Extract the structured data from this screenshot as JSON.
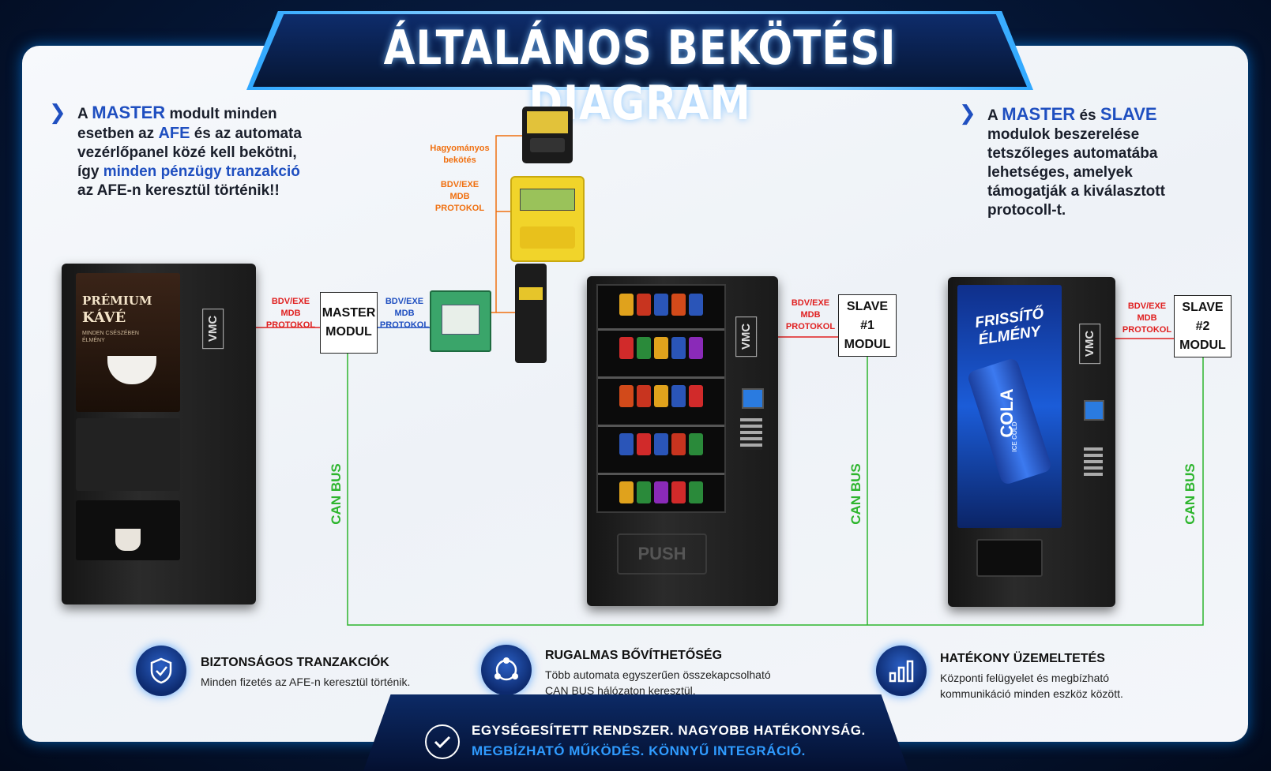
{
  "title": "ÁLTALÁNOS BEKÖTÉSI DIAGRAM",
  "left_note": {
    "line1a": "A ",
    "line1b": "MASTER",
    "line1c": " modult minden",
    "line2a": "esetben az ",
    "line2b": "AFE",
    "line2c": " és az automata",
    "line3": "vezérlőpanel közé kell bekötni,",
    "line4a": "így ",
    "line4b": "minden pénzügy tranzakció",
    "line5": "az AFE-n keresztül történik!!"
  },
  "right_note": {
    "line1a": "A ",
    "line1b": "MASTER",
    "line1c": " és ",
    "line1d": "SLAVE",
    "line2": "modulok beszerelése",
    "line3": "tetszőleges automatába",
    "line4": "lehetséges, amelyek",
    "line5": "támogatják a kiválasztott",
    "line6": "protocoll-t."
  },
  "labels": {
    "protocol_red_1": [
      "BDV/EXE",
      "MDB",
      "PROTOKOL"
    ],
    "protocol_blue": [
      "BDV/EXE",
      "MDB",
      "PROTOKOL"
    ],
    "protocol_red_2": [
      "BDV/EXE",
      "MDB",
      "PROTOKOL"
    ],
    "protocol_red_3": [
      "BDV/EXE",
      "MDB",
      "PROTOKOL"
    ],
    "traditional": [
      "Hagyományos",
      "bekötés"
    ],
    "protocol_orange": [
      "BDV/EXE",
      "MDB",
      "PROTOKOL"
    ],
    "can_bus": "CAN BUS",
    "vmc": "VMC"
  },
  "modules": {
    "master": [
      "MASTER",
      "MODUL"
    ],
    "slave1": [
      "SLAVE #1",
      "MODUL"
    ],
    "slave2": [
      "SLAVE #2",
      "MODUL"
    ]
  },
  "coffee_machine": {
    "poster_line1": "PRÉMIUM",
    "poster_line2": "KÁVÉ",
    "poster_line3": "MINDEN CSÉSZÉBEN",
    "poster_line4": "ÉLMÉNY"
  },
  "snack_machine": {
    "push_label": "PUSH"
  },
  "drink_machine": {
    "poster_line1": "FRISSÍTŐ",
    "poster_line2": "ÉLMÉNY",
    "can_label": "COLA",
    "can_sub": "ICE COLD"
  },
  "features": [
    {
      "title": "BIZTONSÁGOS TRANZAKCIÓK",
      "desc": [
        "Minden fizetés az AFE-n keresztül történik."
      ],
      "icon": "shield-check-icon"
    },
    {
      "title": "RUGALMAS BŐVÍTHETŐSÉG",
      "desc": [
        "Több automata egyszerűen összekapcsolható",
        "CAN BUS hálózaton keresztül."
      ],
      "icon": "network-nodes-icon"
    },
    {
      "title": "HATÉKONY ÜZEMELTETÉS",
      "desc": [
        "Központi felügyelet és megbízható",
        "kommunikáció minden eszköz között."
      ],
      "icon": "bar-chart-icon"
    }
  ],
  "footer": {
    "line1": "EGYSÉGESÍTETT RENDSZER. NAGYOBB HATÉKONYSÁG.",
    "line2": "MEGBÍZHATÓ MŰKÖDÉS. KÖNNYŰ INTEGRÁCIÓ.",
    "icon": "check-circle-icon"
  },
  "colors": {
    "accent_blue": "#1f4fc0",
    "wire_red": "#e02020",
    "wire_blue": "#1f4fc0",
    "wire_orange": "#f07010",
    "can_green": "#2db52d"
  }
}
